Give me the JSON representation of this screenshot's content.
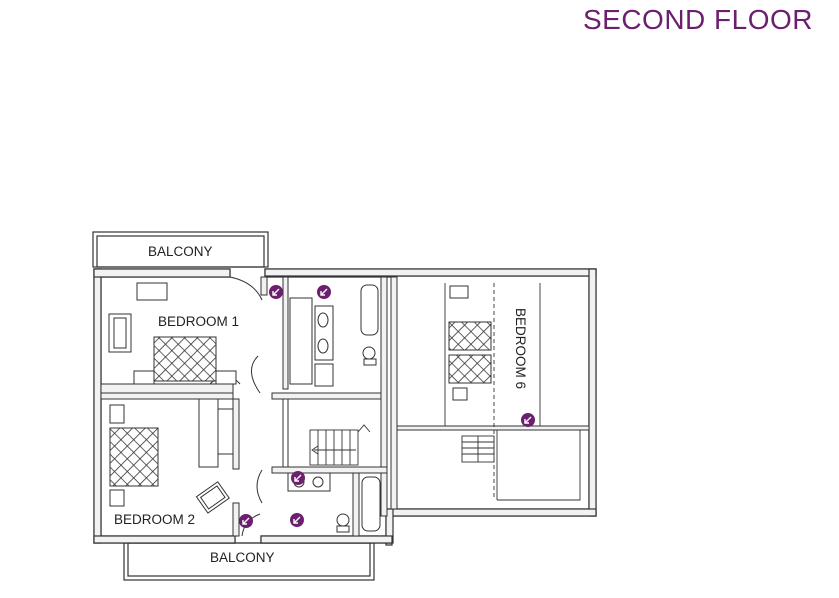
{
  "floor_title": "SECOND FLOOR",
  "rooms": {
    "balcony_top": "BALCONY",
    "bedroom_1": "BEDROOM 1",
    "bedroom_6": "BEDROOM 6",
    "bedroom_2": "BEDROOM 2",
    "balcony_bottom": "BALCONY"
  },
  "colors": {
    "accent": "#6b1f6e",
    "wall": "#333333",
    "wall_fill": "#f2f2f2",
    "furniture": "#444444"
  },
  "icons": [
    "camera-viewpoint-icon"
  ]
}
